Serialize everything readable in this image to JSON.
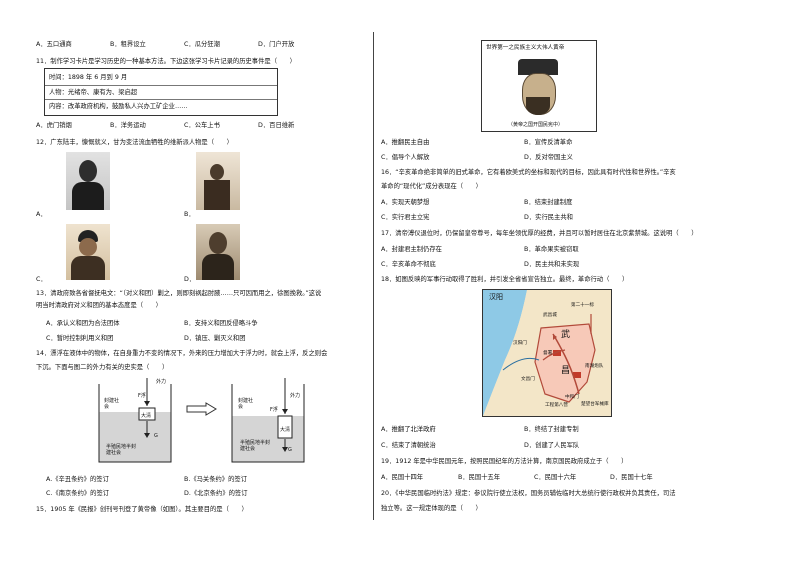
{
  "left": {
    "q10_opts": [
      "A．五口通商",
      "B．租界设立",
      "C．瓜分狂潮",
      "D．门户开放"
    ],
    "q11": {
      "stem": "11．制作学习卡片是学习历史的一种基本方法。下边这张学习卡片记录的历史事件是（　　）",
      "card": [
        "时间：1898 年 6 月到 9 月",
        "人物：光绪帝、康有为、梁启超",
        "内容：改革政府机构，鼓励私人兴办工矿企业……"
      ],
      "opts": [
        "A．虎门销烟",
        "B．洋务运动",
        "C．公车上书",
        "D．百日维新"
      ]
    },
    "q12": {
      "stem": "12．广东陆丰，慷慨就义，甘为变法流血牺牲的维新派人物是（　　）",
      "labels": [
        "A．",
        "B．",
        "C．",
        "D．"
      ]
    },
    "q13": {
      "stem1": "13．清政府致各省督抚电文：“（对义和团）剿之，则即刻祸起肘腋……只可因而用之，徐图挽救。”这说",
      "stem2": "明当时清政府对义和团的基本态度是（　　）",
      "opts": [
        "A．承认义和团为合法团体",
        "B．支持义和团反侵略斗争",
        "C．暂时控制利用义和团",
        "D．镇压、剿灭义和团"
      ]
    },
    "q14": {
      "stem1": "14．漂浮在液体中的物体，在自身重力不变的情况下，外来的压力增加大于浮力时，就会上浮，反之则会",
      "stem2": "下沉。下面与图二的外力有关的史实是（　　）",
      "fig": {
        "label_external": "外力",
        "label_g": "G",
        "label_fbuoy": "F浮",
        "label_feudal": "封建社会",
        "label_daqing": "大清",
        "label_semi": "半殖民地半封建社会"
      },
      "opts": [
        "A.《辛丑条约》的签订",
        "B.《马关条约》的签订",
        "C.《南京条约》的签订",
        "D.《北京条约》的签订"
      ]
    },
    "q15_stem": "15．1905 年《民报》创刊号刊登了黄帝像（如图）。其主要目的是（　　）"
  },
  "right": {
    "q15_img_title": "世界第一之民族主义大伟人黄帝",
    "q15_img_caption": "（黄帝之国开国民宪中）",
    "q15_opts": [
      "A．推翻民主自由",
      "B．宣传反清革命",
      "C．倡导个人解放",
      "D．反对帝国主义"
    ],
    "q16": {
      "stem1": "16．“辛亥革命绝非简单的旧式革命，它有着欧美式的坐标和现代的目标，因此具有时代性和世界性。”辛亥",
      "stem2": "革命的“现代化”成分表现在（　　）",
      "opts": [
        "A．实现天朝梦想",
        "B．结束封建制度",
        "C．实行君主立宪",
        "D．实行民主共和"
      ]
    },
    "q17": {
      "stem1": "17．清帝溥仪退位时，仍保留皇帝尊号，每年坐领优厚的经费，并且可以暂时居住在北京紫禁城。这说明（　　）",
      "opts": [
        "A．封建君主制仍存在",
        "B．革命果实被窃取",
        "C．辛亥革命不彻底",
        "D．民主共和未实现"
      ]
    },
    "q18": {
      "stem": "18．如图反映的军事行动取得了胜利，并引发全省省宣告独立。最终，革命行动（　　）",
      "map": {
        "hanyang": "汉阳",
        "wu": "武",
        "chang": "昌",
        "wuchang_city": "武昌城",
        "hanyang_gate": "汉阳门",
        "wenchang_gate": "文昌门",
        "zhongheng_gate": "中和门",
        "bureau": "督署",
        "camp": "工程第八营",
        "depot": "楚望台军械库",
        "barracks": "南湖炮队",
        "twentyninth": "第二十一标"
      },
      "opts": [
        "A．推翻了北洋政府",
        "B．终结了封建专制",
        "C．结束了清朝统治",
        "D．创建了人民军队"
      ]
    },
    "q19": {
      "stem": "19．1912 年是中华民国元年，按照民国纪年的方法计算，南京国民政府成立于（　　）",
      "opts": [
        "A．民国十四年",
        "B．民国十五年",
        "C．民国十六年",
        "D．民国十七年"
      ]
    },
    "q20": {
      "stem1": "20．《中华民国临时约法》规定：参议院行使立法权，国务员辅佐临时大总统行使行政权并负其责任，司法",
      "stem2": "独立等。这一规定体现的是（　　）"
    }
  }
}
